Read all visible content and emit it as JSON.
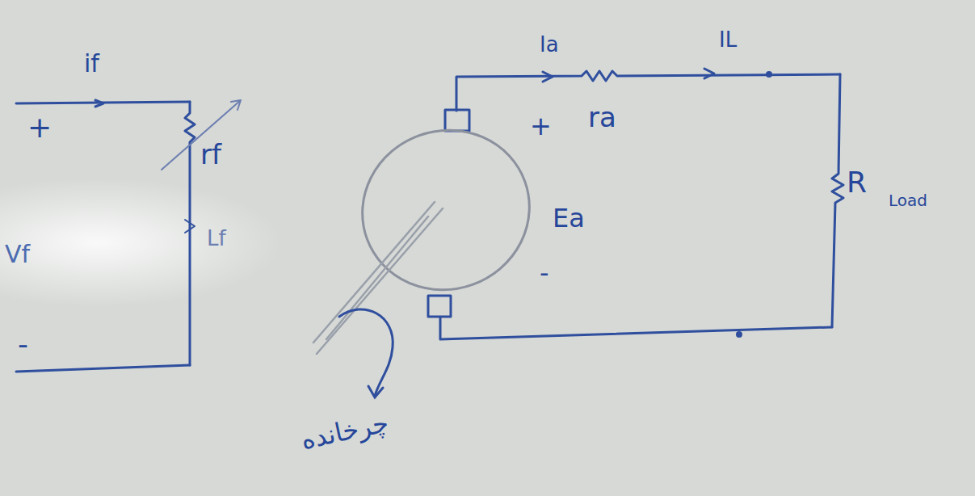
{
  "diagram": {
    "labels": [
      "if",
      "+",
      "rf",
      "Lf",
      "Vf",
      "-",
      "Ia",
      "IL",
      "ra",
      "+",
      "Ea",
      "-",
      "R",
      "Load",
      "چرخانده"
    ]
  }
}
